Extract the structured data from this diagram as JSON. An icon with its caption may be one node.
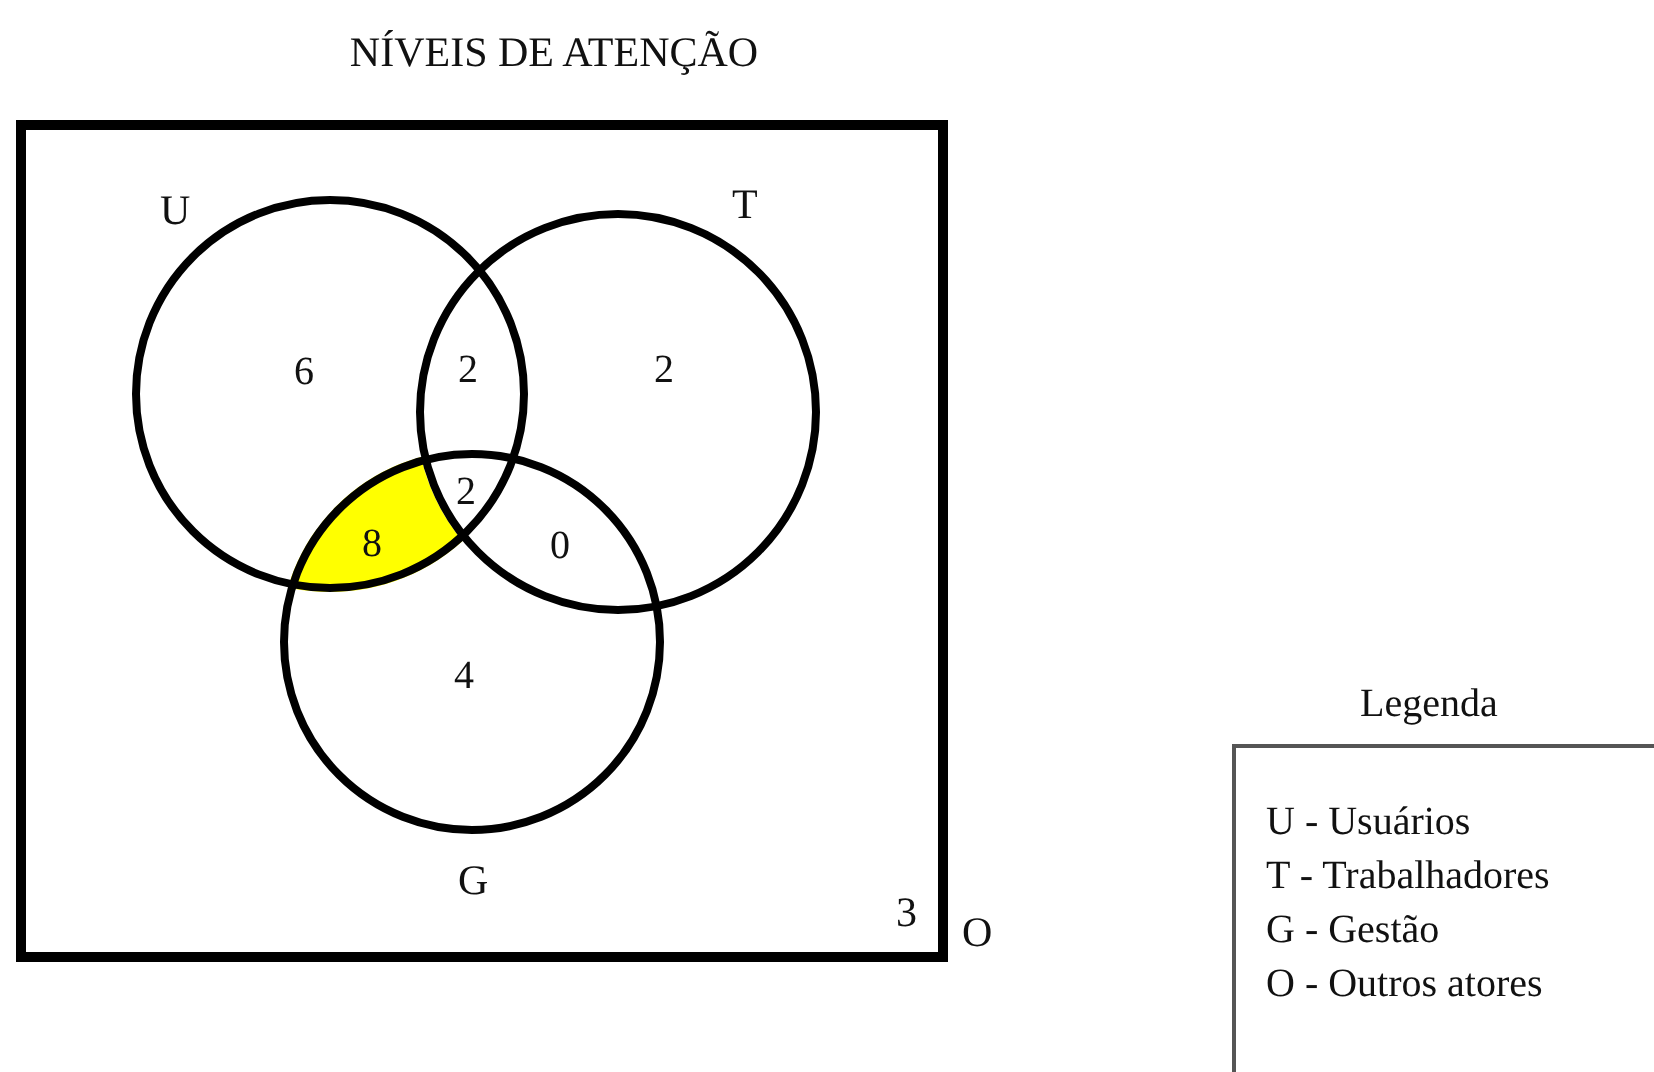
{
  "diagram": {
    "title": "NÍVEIS DE ATENÇÃO",
    "nodes": [
      {
        "text": [
          "3"
        ],
        "beside": [
          "O"
        ]
      },
      {
        "text": [
          "U"
        ],
        "in": 0
      },
      {
        "text": [
          "T"
        ],
        "in": 0
      },
      {
        "text": [
          "G"
        ],
        "in": 0
      },
      {
        "text": [
          "Legenda",
          "U - Usuários",
          "T - Trabalhadores",
          "G - Gestão",
          "O - Outros atores"
        ]
      }
    ],
    "edges": [],
    "labels": [
      "6",
      "2",
      "2",
      "2",
      "8",
      "0",
      "4"
    ]
  }
}
